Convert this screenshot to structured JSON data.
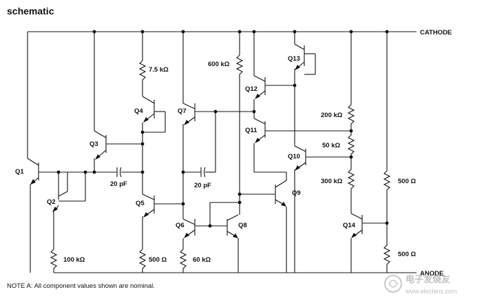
{
  "title": "schematic",
  "note": "NOTE A:  All component values shown are nominal.",
  "terminals": {
    "cathode": "CATHODE",
    "anode": "ANODE"
  },
  "transistors": {
    "q1": "Q1",
    "q2": "Q2",
    "q3": "Q3",
    "q4": "Q4",
    "q5": "Q5",
    "q6": "Q6",
    "q7": "Q7",
    "q8": "Q8",
    "q9": "Q9",
    "q10": "Q10",
    "q11": "Q11",
    "q12": "Q12",
    "q13": "Q13",
    "q14": "Q14"
  },
  "resistors": {
    "r_7_5k": "7.5 kΩ",
    "r_600k": "600 kΩ",
    "r_200k": "200 kΩ",
    "r_50k": "50 kΩ",
    "r_300k": "300 kΩ",
    "r_500_top": "500 Ω",
    "r_500_bottom": "500 Ω",
    "r_100k": "100 kΩ",
    "r_500_q5": "500 Ω",
    "r_60k": "60 kΩ"
  },
  "capacitors": {
    "c1": "20 pF",
    "c2": "20 pF"
  },
  "watermark": "电子发烧友 www.elecfans.com"
}
